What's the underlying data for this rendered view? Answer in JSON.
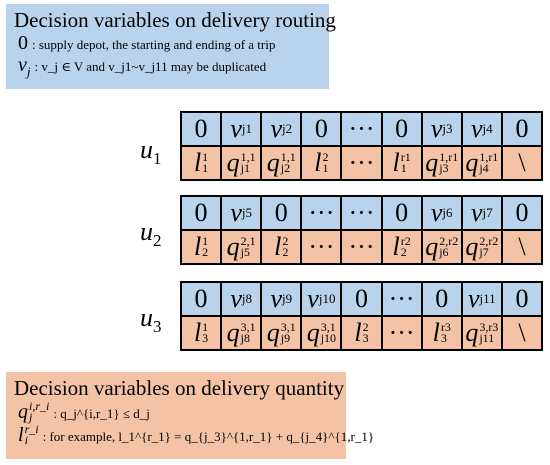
{
  "routing": {
    "title": "Decision variables on delivery routing",
    "line1_symbol": "0",
    "line1_text": ": supply depot, the starting and ending of a trip",
    "line2_symbol": "v",
    "line2_symbol_sub": "j",
    "line2_text": ": v_j ∈ V and v_j1~v_j11 may be duplicated"
  },
  "quantity": {
    "title": "Decision variables on delivery quantity",
    "line1_symbol": "q",
    "line1_sup": "i,r_i",
    "line1_sub": "j",
    "line1_text": ": q_j^{i,r_1} ≤ d_j",
    "line2_symbol": "l",
    "line2_sup": "r_i",
    "line2_sub": "i",
    "line2_text": ": for example, l_1^{r_1} = q_{j_3}^{1,r_1} + q_{j_4}^{1,r_1}"
  },
  "rows": [
    {
      "label": "u",
      "label_sub": "1",
      "top": [
        {
          "t": "0"
        },
        {
          "t": "v",
          "sub": "j1"
        },
        {
          "t": "v",
          "sub": "j2"
        },
        {
          "t": "0"
        },
        {
          "t": "···"
        },
        {
          "t": "0"
        },
        {
          "t": "v",
          "sub": "j3"
        },
        {
          "t": "v",
          "sub": "j4"
        },
        {
          "t": "0"
        }
      ],
      "bot": [
        {
          "t": "l",
          "sup": "1",
          "sub": "1"
        },
        {
          "t": "q",
          "sup": "1,1",
          "sub": "j1"
        },
        {
          "t": "q",
          "sup": "1,1",
          "sub": "j2"
        },
        {
          "t": "l",
          "sup": "2",
          "sub": "1"
        },
        {
          "t": "···"
        },
        {
          "t": "l",
          "sup": "r1",
          "sub": "1"
        },
        {
          "t": "q",
          "sup": "1,r1",
          "sub": "j3"
        },
        {
          "t": "q",
          "sup": "1,r1",
          "sub": "j4"
        },
        {
          "t": "\\"
        }
      ]
    },
    {
      "label": "u",
      "label_sub": "2",
      "top": [
        {
          "t": "0"
        },
        {
          "t": "v",
          "sub": "j5"
        },
        {
          "t": "0"
        },
        {
          "t": "···"
        },
        {
          "t": "···"
        },
        {
          "t": "0"
        },
        {
          "t": "v",
          "sub": "j6"
        },
        {
          "t": "v",
          "sub": "j7"
        },
        {
          "t": "0"
        }
      ],
      "bot": [
        {
          "t": "l",
          "sup": "1",
          "sub": "2"
        },
        {
          "t": "q",
          "sup": "2,1",
          "sub": "j5"
        },
        {
          "t": "l",
          "sup": "2",
          "sub": "2"
        },
        {
          "t": "···"
        },
        {
          "t": "···"
        },
        {
          "t": "l",
          "sup": "r2",
          "sub": "2"
        },
        {
          "t": "q",
          "sup": "2,r2",
          "sub": "j6"
        },
        {
          "t": "q",
          "sup": "2,r2",
          "sub": "j7"
        },
        {
          "t": "\\"
        }
      ]
    },
    {
      "label": "u",
      "label_sub": "3",
      "top": [
        {
          "t": "0"
        },
        {
          "t": "v",
          "sub": "j8"
        },
        {
          "t": "v",
          "sub": "j9"
        },
        {
          "t": "v",
          "sub": "j10"
        },
        {
          "t": "0"
        },
        {
          "t": "···"
        },
        {
          "t": "0"
        },
        {
          "t": "v",
          "sub": "j11"
        },
        {
          "t": "0"
        }
      ],
      "bot": [
        {
          "t": "l",
          "sup": "1",
          "sub": "3"
        },
        {
          "t": "q",
          "sup": "3,1",
          "sub": "j8"
        },
        {
          "t": "q",
          "sup": "3,1",
          "sub": "j9"
        },
        {
          "t": "q",
          "sup": "3,1",
          "sub": "j10"
        },
        {
          "t": "l",
          "sup": "2",
          "sub": "3"
        },
        {
          "t": "···"
        },
        {
          "t": "l",
          "sup": "r3",
          "sub": "3"
        },
        {
          "t": "q",
          "sup": "3,r3",
          "sub": "j11"
        },
        {
          "t": "\\"
        }
      ]
    }
  ],
  "colors": {
    "blue": "#b9d3ed",
    "orange": "#f4c3a5"
  }
}
